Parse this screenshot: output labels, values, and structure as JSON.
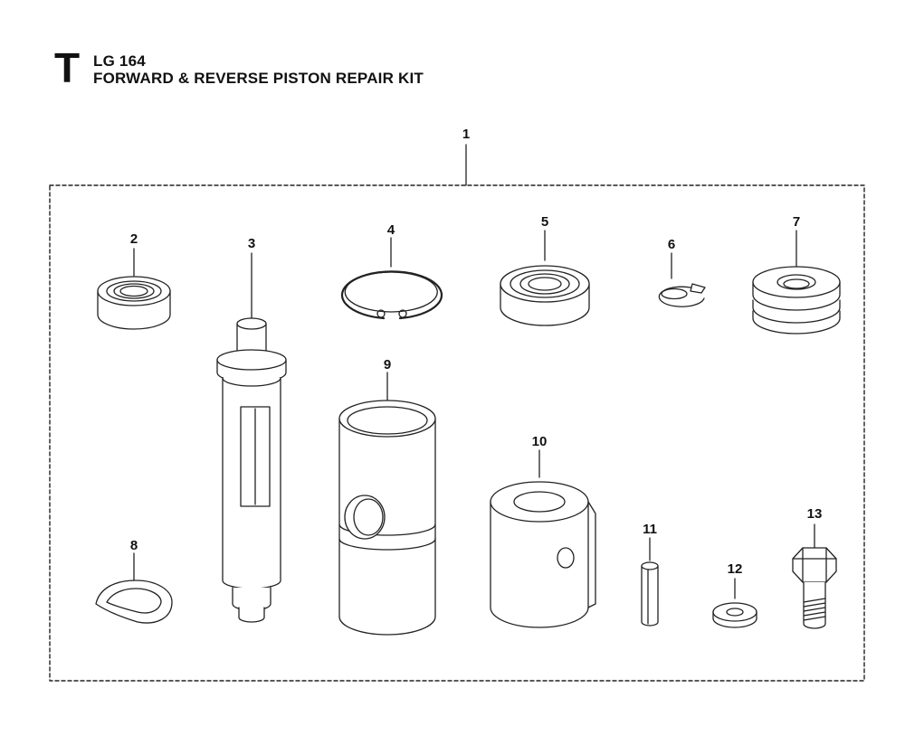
{
  "header": {
    "section_letter": "T",
    "model": "LG 164",
    "title": "FORWARD & REVERSE PISTON REPAIR KIT"
  },
  "callouts": {
    "c1": "1",
    "c2": "2",
    "c3": "3",
    "c4": "4",
    "c5": "5",
    "c6": "6",
    "c7": "7",
    "c8": "8",
    "c9": "9",
    "c10": "10",
    "c11": "11",
    "c12": "12",
    "c13": "13"
  },
  "parts": [
    {
      "ref": "1",
      "name": "repair-kit-group"
    },
    {
      "ref": "2",
      "name": "bearing-small"
    },
    {
      "ref": "3",
      "name": "piston-shaft"
    },
    {
      "ref": "4",
      "name": "circlip"
    },
    {
      "ref": "5",
      "name": "bearing-large"
    },
    {
      "ref": "6",
      "name": "lock-washer"
    },
    {
      "ref": "7",
      "name": "thrust-bearing"
    },
    {
      "ref": "8",
      "name": "wave-washer"
    },
    {
      "ref": "9",
      "name": "piston-sleeve"
    },
    {
      "ref": "10",
      "name": "piston-bushing"
    },
    {
      "ref": "11",
      "name": "roll-pin"
    },
    {
      "ref": "12",
      "name": "flat-washer"
    },
    {
      "ref": "13",
      "name": "hex-bolt"
    }
  ]
}
